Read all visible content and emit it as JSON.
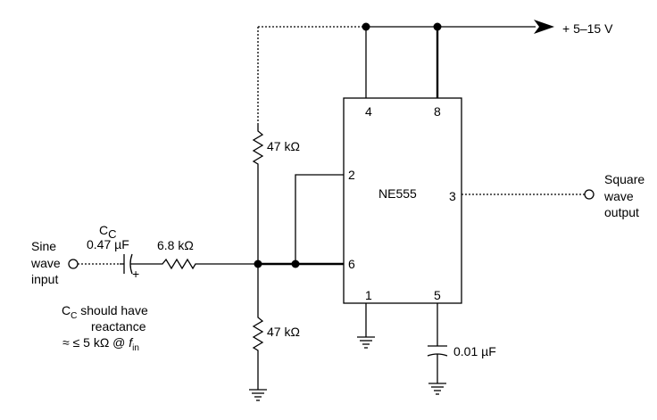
{
  "ic": {
    "name": "NE555",
    "pins": {
      "p4": "4",
      "p8": "8",
      "p2": "2",
      "p3": "3",
      "p6": "6",
      "p1": "1",
      "p5": "5"
    }
  },
  "supply": {
    "label": "+ 5–15 V"
  },
  "resistors": {
    "r_top": "47 kΩ",
    "r_bottom": "47 kΩ",
    "r_series": "6.8 kΩ"
  },
  "capacitors": {
    "cc_name": "C",
    "cc_sub": "C",
    "cc_value": "0.47 µF",
    "cc_polarity": "+",
    "c5": "0.01 µF"
  },
  "input": {
    "line1": "Sine",
    "line2": "wave",
    "line3": "input"
  },
  "output": {
    "line1": "Square",
    "line2": "wave",
    "line3": "output"
  },
  "note": {
    "c": "C",
    "c_sub": "C",
    "line1_rest": " should have",
    "line2": "reactance",
    "line3_prefix": "≈ ≤ 5 kΩ @ ",
    "f": "f",
    "f_sub": "in"
  }
}
